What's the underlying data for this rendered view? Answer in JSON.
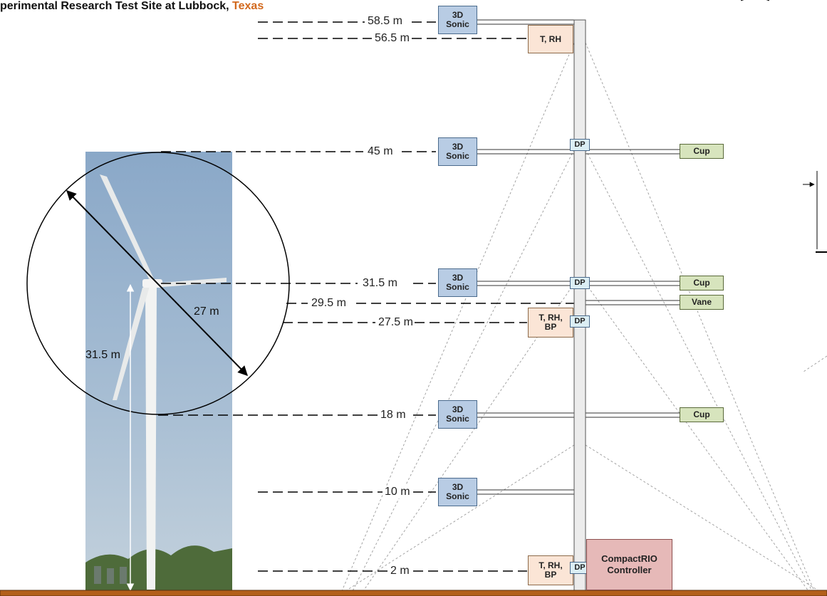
{
  "title": {
    "prefix": "perimental Research Test Site at Lubbock, ",
    "highlight": "Texas"
  },
  "turbine": {
    "rotor_diameter_label": "27 m",
    "hub_height_label": "31.5 m"
  },
  "heights": {
    "h58_5": "58.5 m",
    "h56_5": "56.5 m",
    "h45": "45 m",
    "h31_5": "31.5 m",
    "h29_5": "29.5 m",
    "h27_5": "27.5 m",
    "h18": "18 m",
    "h10": "10 m",
    "h2": "2 m"
  },
  "sensors": {
    "sonic": "3D\nSonic",
    "t_rh": "T, RH",
    "t_rh_bp": "T, RH,\nBP",
    "cup": "Cup",
    "vane": "Vane",
    "dp": "DP",
    "controller": "CompactRIO\nController"
  },
  "colors": {
    "sonic": "#b8cce4",
    "temp_humidity": "#fbe5d6",
    "cup_vane": "#d7e4bd",
    "dp": "#dbeef4",
    "controller": "#e6b9b8",
    "ground": "#b35f1a",
    "title_highlight": "#d2691e"
  }
}
